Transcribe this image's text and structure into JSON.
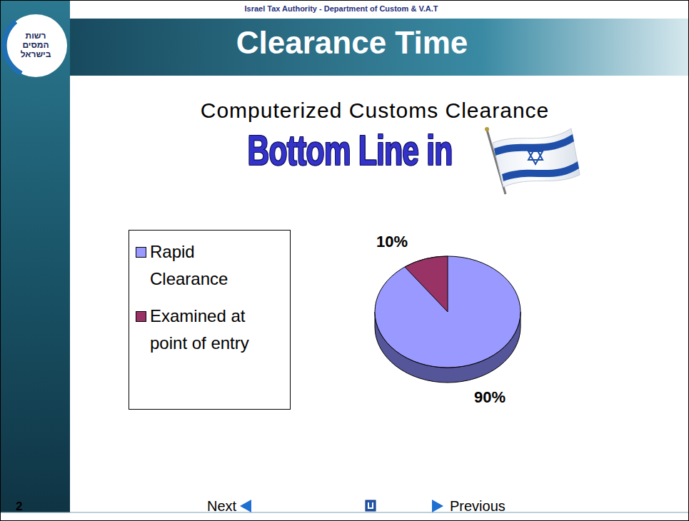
{
  "diagram": {
    "title": "Clearance Time",
    "labels": [
      "Israel Tax Authority - Department of Custom & V.A.T",
      "רשות המסים בישראל",
      "Computerized Customs Clearance",
      "Bottom Line in",
      "10%",
      "90%",
      "2",
      "Next",
      "Previous"
    ],
    "legend": [
      {
        "text": "Rapid Clearance",
        "color": "#9999ff"
      },
      {
        "text": "Examined at point of entry",
        "color": "#993366"
      }
    ]
  }
}
